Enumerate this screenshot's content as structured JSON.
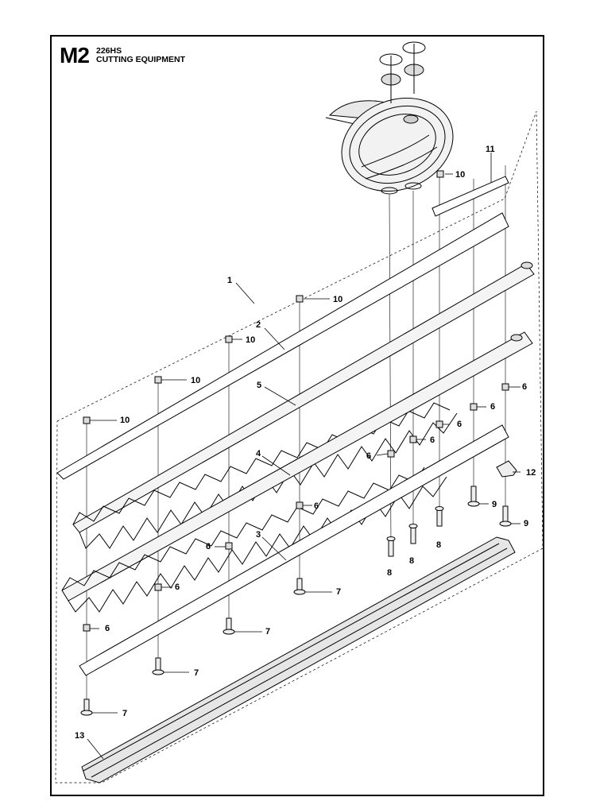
{
  "header": {
    "code": "M2",
    "model": "226HS",
    "subtitle": "CUTTING EQUIPMENT"
  },
  "callouts": [
    "1",
    "2",
    "3",
    "4",
    "5",
    "6",
    "7",
    "8",
    "9",
    "10",
    "11",
    "12",
    "13"
  ],
  "colors": {
    "ink": "#000000",
    "paper": "#ffffff"
  }
}
